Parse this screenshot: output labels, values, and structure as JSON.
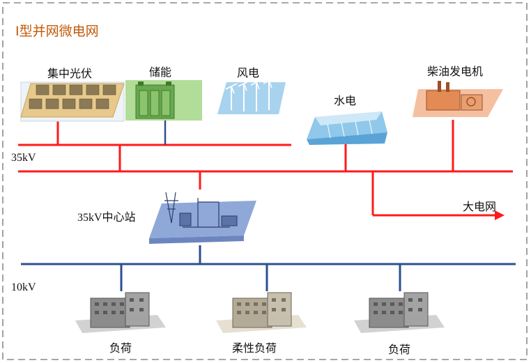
{
  "title": "I型并网微电网",
  "voltage_high": "35kV",
  "voltage_low": "10kV",
  "grid_label": "大电网",
  "station_label": "35kV中心站",
  "sources": {
    "pv": "集中光伏",
    "storage": "储能",
    "wind": "风电",
    "hydro": "水电",
    "diesel": "柴油发电机"
  },
  "loads": {
    "load1": "负荷",
    "load2": "柔性负荷",
    "load3": "负荷"
  },
  "colors": {
    "hv_bus": "#ff1a1a",
    "lv_bus": "#2d4f8f",
    "border": "#8a8a8a",
    "title": "#c25a0a"
  }
}
